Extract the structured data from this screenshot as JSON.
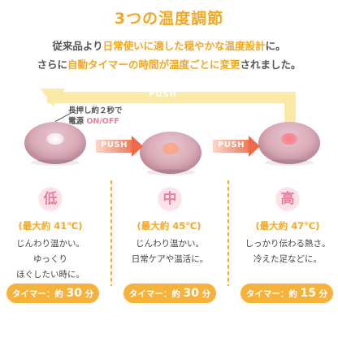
{
  "title": "3つの温度調節",
  "lead": {
    "line1_a": "従来品より",
    "line1_hl": "日常使いに適した穏やかな温度設計",
    "line1_b": "に。",
    "line2_a": "さらに",
    "line2_hl": "自動タイマーの時間が温度ごとに変更",
    "line2_b": "されました。"
  },
  "loop_label": "PUSH",
  "note": {
    "line1": "長押し約２秒で",
    "line2_a": "電源 ",
    "line2_onoff": "ON/OFF"
  },
  "push_labels": [
    "PUSH",
    "PUSH"
  ],
  "levels": [
    {
      "badge": "低",
      "temp": "(最大約 41℃)",
      "desc": [
        "じんわり温かい。",
        "ゆっくり",
        "ほぐしたい時に。"
      ],
      "timer_prefix": "タイマー：約 ",
      "timer_num": "30",
      "timer_unit": " 分"
    },
    {
      "badge": "中",
      "temp": "(最大約 45℃)",
      "desc": [
        "じんわり温かい。",
        "日常ケアや温活に。",
        ""
      ],
      "timer_prefix": "タイマー：約 ",
      "timer_num": "30",
      "timer_unit": " 分"
    },
    {
      "badge": "高",
      "temp": "(最大約 47℃)",
      "desc": [
        "しっかり伝わる熱さ。",
        "冷えた足などに。",
        ""
      ],
      "timer_prefix": "タイマー：約 ",
      "timer_num": "15",
      "timer_unit": " 分"
    }
  ],
  "colors": {
    "accent": "#f5a623",
    "pink": "#e97d9c",
    "arrow": "#f06a4a",
    "loop": "#fbe9a6"
  }
}
